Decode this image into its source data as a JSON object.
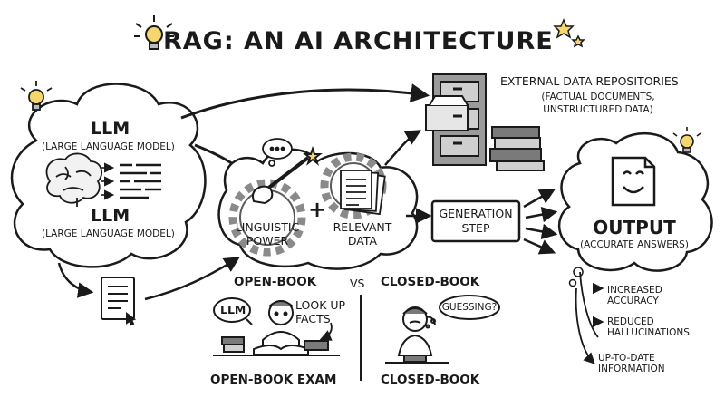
{
  "title": "RAG: AN AI ARCHITECTURE",
  "llm_cloud": {
    "llm_top": "LLM",
    "llm_top_sub": "(LARGE LANGUAGE MODEL)",
    "llm_bottom": "LLM",
    "llm_bottom_sub": "(LARGE LANGUAGE MODEL)"
  },
  "repositories": {
    "title": "EXTERNAL DATA REPOSITORIES",
    "sub_line1": "(FACTUAL DOCUMENTS,",
    "sub_line2": "UNSTRUCTURED DATA)"
  },
  "gears": {
    "left_line1": "LINGUISTIC",
    "left_line2": "POWER",
    "plus": "+",
    "right_line1": "RELEVANT",
    "right_line2": "DATA"
  },
  "generation": {
    "line1": "GENERATION",
    "line2": "STEP"
  },
  "output": {
    "title": "OUTPUT",
    "sub": "(ACCURATE ANSWERS)",
    "benefits": [
      "INCREASED ACCURACY",
      "REDUCED HALLUCINATIONS",
      "UP-TO-DATE INFORMATION"
    ]
  },
  "comparison": {
    "open_book": "OPEN-BOOK",
    "vs": "VS",
    "closed_book": "CLOSED-BOOK",
    "llm_bubble": "LLM",
    "look_up_line1": "LOOK UP",
    "look_up_line2": "FACTS",
    "guessing": "GUESSING?",
    "open_caption": "OPEN-BOOK EXAM",
    "closed_caption": "CLOSED-BOOK"
  }
}
